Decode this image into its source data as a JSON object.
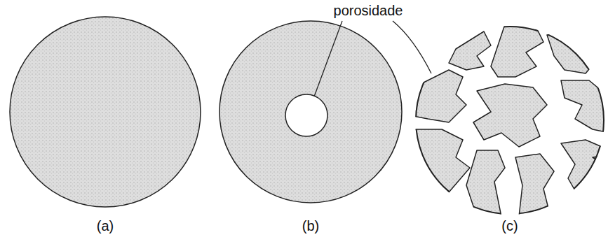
{
  "diagram": {
    "labels": [
      "porosidade",
      "(a)",
      "(b)",
      "(c)"
    ]
  }
}
